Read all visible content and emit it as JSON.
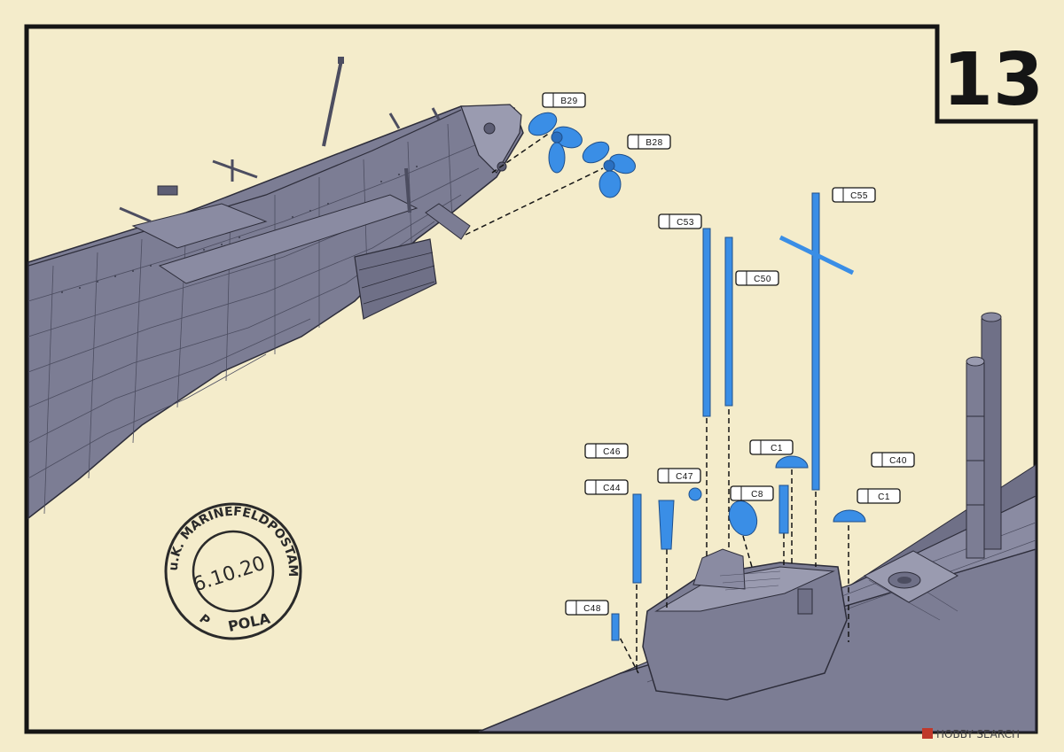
{
  "step": {
    "number": "13"
  },
  "callouts": [
    {
      "id": "b29",
      "label": "B29"
    },
    {
      "id": "b28",
      "label": "B28"
    },
    {
      "id": "c53",
      "label": "C53"
    },
    {
      "id": "c50",
      "label": "C50"
    },
    {
      "id": "c55",
      "label": "C55"
    },
    {
      "id": "c46",
      "label": "C46"
    },
    {
      "id": "c47",
      "label": "C47"
    },
    {
      "id": "c44",
      "label": "C44"
    },
    {
      "id": "c8",
      "label": "C8"
    },
    {
      "id": "c1a",
      "label": "C1"
    },
    {
      "id": "c40",
      "label": "C40"
    },
    {
      "id": "c1b",
      "label": "C1"
    },
    {
      "id": "c48",
      "label": "C48"
    }
  ],
  "stamp": {
    "top_text": "K.u.K. MARINEFELDPOSTAMT",
    "date": "6.10.20",
    "bottom_text": "POLA",
    "side_mark": "P"
  },
  "watermark": {
    "text": "HOBBY SEARCH"
  },
  "colors": {
    "paper": "#f6efd2",
    "frame": "#151515",
    "hull": "#7c7d94",
    "hull_dark": "#5d5e74",
    "hull_light": "#9a9bb0",
    "new_part": "#3a8ee6"
  }
}
